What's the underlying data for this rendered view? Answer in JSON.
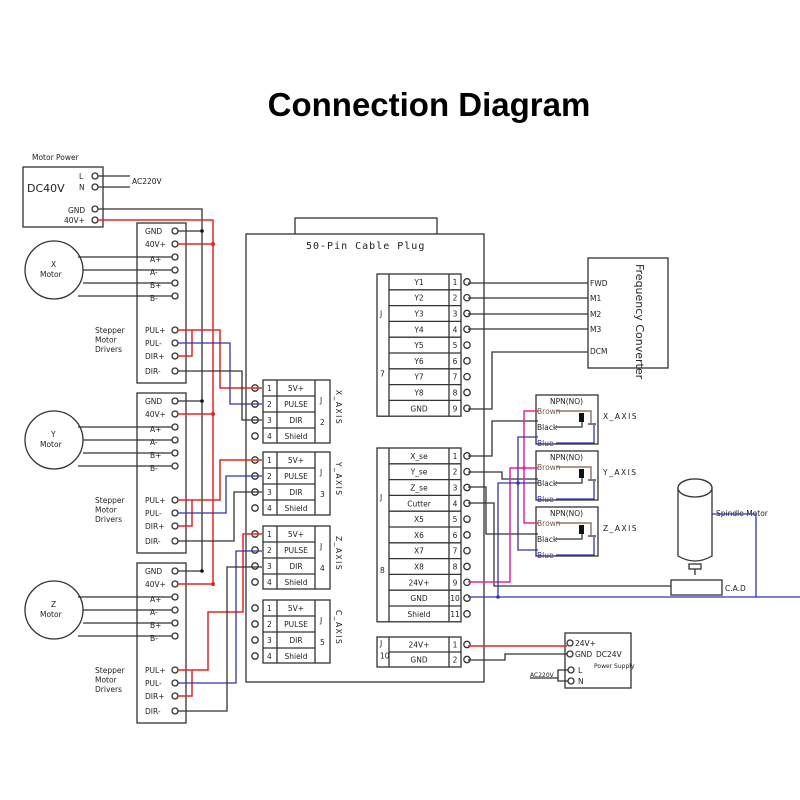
{
  "title": "Connection Diagram",
  "colors": {
    "power_positive": "#ee2222",
    "signal_negative": "#3333aa",
    "sensor_power": "#ee2299",
    "ground": "#333333"
  },
  "motor_power": {
    "header": "Motor Power",
    "label": "DC40V",
    "terminals": [
      "L",
      "N",
      "GND",
      "40V+"
    ],
    "ac_input": "AC220V"
  },
  "drivers": [
    {
      "motor": "X",
      "motor_label": "Motor",
      "driver_label": [
        "Stepper",
        "Motor",
        "Drivers"
      ],
      "terminals": [
        "GND",
        "40V+",
        "A+",
        "A-",
        "B+",
        "B-",
        "PUL+",
        "PUL-",
        "DIR+",
        "DIR-"
      ]
    },
    {
      "motor": "Y",
      "motor_label": "Motor",
      "driver_label": [
        "Stepper",
        "Motor",
        "Drivers"
      ],
      "terminals": [
        "GND",
        "40V+",
        "A+",
        "A-",
        "B+",
        "B-",
        "PUL+",
        "PUL-",
        "DIR+",
        "DIR-"
      ]
    },
    {
      "motor": "Z",
      "motor_label": "Motor",
      "driver_label": [
        "Stepper",
        "Motor",
        "Drivers"
      ],
      "terminals": [
        "GND",
        "40V+",
        "A+",
        "A-",
        "B+",
        "B-",
        "PUL+",
        "PUL-",
        "DIR+",
        "DIR-"
      ]
    }
  ],
  "board": {
    "title": "50-Pin Cable Plug",
    "axis_connectors": [
      {
        "name": "X_AXIS",
        "j": "J",
        "num": "2",
        "pins": [
          {
            "n": "1",
            "label": "5V+"
          },
          {
            "n": "2",
            "label": "PULSE"
          },
          {
            "n": "3",
            "label": "DIR"
          },
          {
            "n": "4",
            "label": "Shield"
          }
        ]
      },
      {
        "name": "Y_AXIS",
        "j": "J",
        "num": "3",
        "pins": [
          {
            "n": "1",
            "label": "5V+"
          },
          {
            "n": "2",
            "label": "PULSE"
          },
          {
            "n": "3",
            "label": "DIR"
          },
          {
            "n": "4",
            "label": "Shield"
          }
        ]
      },
      {
        "name": "Z_AXIS",
        "j": "J",
        "num": "4",
        "pins": [
          {
            "n": "1",
            "label": "5V+"
          },
          {
            "n": "2",
            "label": "PULSE"
          },
          {
            "n": "3",
            "label": "DIR"
          },
          {
            "n": "4",
            "label": "Shield"
          }
        ]
      },
      {
        "name": "C_AXIS",
        "j": "J",
        "num": "5",
        "pins": [
          {
            "n": "1",
            "label": "5V+"
          },
          {
            "n": "2",
            "label": "PULSE"
          },
          {
            "n": "3",
            "label": "DIR"
          },
          {
            "n": "4",
            "label": "Shield"
          }
        ]
      }
    ],
    "j7": {
      "j": "J",
      "num": "7",
      "pins": [
        {
          "n": "1",
          "label": "Y1"
        },
        {
          "n": "2",
          "label": "Y2"
        },
        {
          "n": "3",
          "label": "Y3"
        },
        {
          "n": "4",
          "label": "Y4"
        },
        {
          "n": "5",
          "label": "Y5"
        },
        {
          "n": "6",
          "label": "Y6"
        },
        {
          "n": "7",
          "label": "Y7"
        },
        {
          "n": "8",
          "label": "Y8"
        },
        {
          "n": "9",
          "label": "GND"
        }
      ]
    },
    "j8": {
      "j": "J",
      "num": "8",
      "pins": [
        {
          "n": "1",
          "label": "X_se"
        },
        {
          "n": "2",
          "label": "Y_se"
        },
        {
          "n": "3",
          "label": "Z_se"
        },
        {
          "n": "4",
          "label": "Cutter"
        },
        {
          "n": "5",
          "label": "X5"
        },
        {
          "n": "6",
          "label": "X6"
        },
        {
          "n": "7",
          "label": "X7"
        },
        {
          "n": "8",
          "label": "X8"
        },
        {
          "n": "9",
          "label": "24V+"
        },
        {
          "n": "10",
          "label": "GND"
        },
        {
          "n": "11",
          "label": "Shield"
        }
      ]
    },
    "j10": {
      "j": "J",
      "num": "10",
      "pins": [
        {
          "n": "1",
          "label": "24V+"
        },
        {
          "n": "2",
          "label": "GND"
        }
      ]
    }
  },
  "frequency_converter": {
    "label": "Frequency Converter",
    "terminals": [
      "FWD",
      "M1",
      "M2",
      "M3",
      "DCM"
    ]
  },
  "sensors": [
    {
      "type": "NPN(NO)",
      "axis": "X_AXIS",
      "wires": [
        "Brown",
        "Black",
        "Blue"
      ]
    },
    {
      "type": "NPN(NO)",
      "axis": "Y_AXIS",
      "wires": [
        "Brown",
        "Black",
        "Blue"
      ]
    },
    {
      "type": "NPN(NO)",
      "axis": "Z_AXIS",
      "wires": [
        "Brown",
        "Black",
        "Blue"
      ]
    }
  ],
  "spindle": {
    "label": "Spindle Motor",
    "cad_label": "C.A.D"
  },
  "power_supply": {
    "terminals": [
      "24V+",
      "GND",
      "L",
      "N"
    ],
    "label": "DC24V",
    "sublabel": "Power Supply",
    "ac_input": "AC220V"
  }
}
